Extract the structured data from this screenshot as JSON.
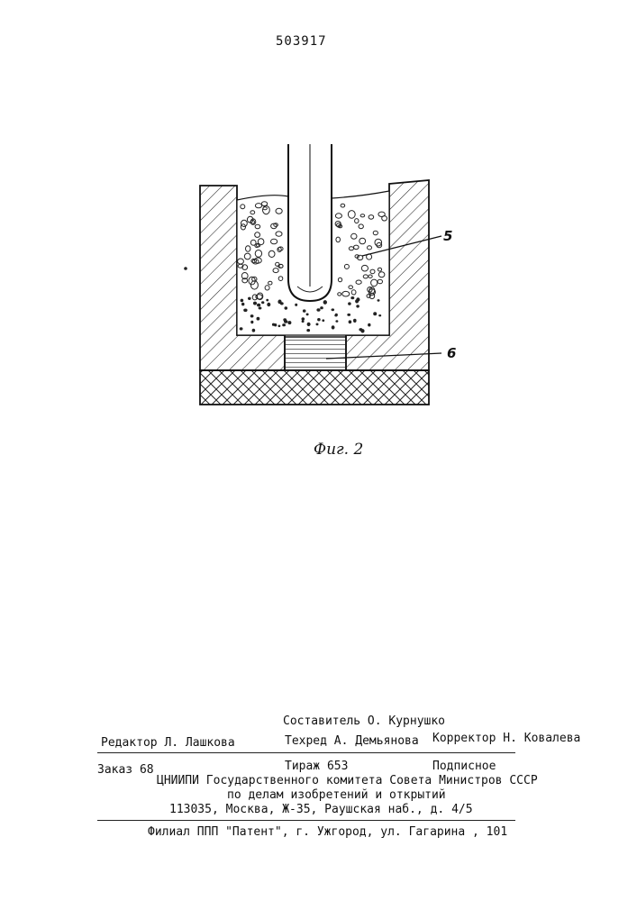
{
  "page": {
    "patent_number": "503917",
    "figure_caption": "Фиг. 2",
    "callouts": [
      "5",
      "6"
    ]
  },
  "footer": {
    "compiler": "Составитель О. Курнушко",
    "editor": "Редактор Л. Лашкова",
    "techred": "Техред А. Демьянова",
    "corrector": "Корректор Н. Ковалева",
    "order": "Заказ 68",
    "circulation": "Тираж 653",
    "subscription": "Подписное",
    "institute_line1": "ЦНИИПИ Государственного комитета Совета Министров СССР",
    "institute_line2": "по делам изобретений и открытий",
    "address": "113035, Москва, Ж-35, Раушская наб., д. 4/5",
    "branch": "Филиал ППП \"Патент\", г. Ужгород, ул. Гагарина , 101"
  },
  "colors": {
    "ink": "#111111",
    "paper": "#ffffff"
  }
}
